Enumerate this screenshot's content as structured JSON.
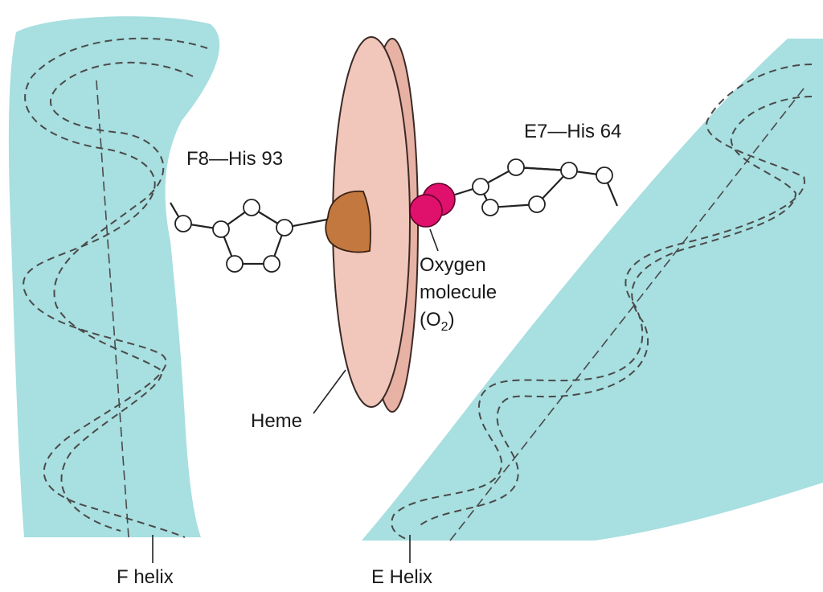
{
  "labels": {
    "f8_his": "F8—His 93",
    "e7_his": "E7—His 64",
    "oxygen_line1": "Oxygen",
    "oxygen_line2": "molecule",
    "oxygen_line3_open": "(O",
    "oxygen_sub": "2",
    "oxygen_line3_close": ")",
    "heme": "Heme",
    "f_helix": "F helix",
    "e_helix": "E Helix"
  },
  "colors": {
    "helix_fill": "#a8dfe0",
    "heme_face": "#f2c7bb",
    "heme_edge": "#e7b1a4",
    "iron": "#c2783f",
    "oxygen": "#e0106d"
  }
}
